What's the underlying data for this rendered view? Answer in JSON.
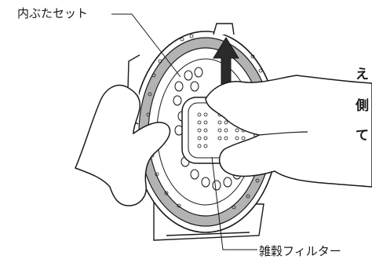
{
  "labels": {
    "inner_lid_set": "内ぶたセット",
    "grain_filter": "雑穀フィルター"
  },
  "cut_off_text": [
    "え",
    "側",
    "て"
  ],
  "colors": {
    "line": "#1a1a1a",
    "ring": "#b3b3b3",
    "arrow": "#2b2b2b",
    "background": "#ffffff"
  },
  "icons": {
    "arrow": "up-arrow-icon"
  }
}
